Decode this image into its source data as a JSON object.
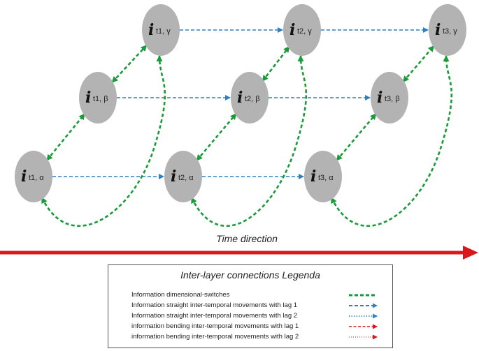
{
  "nodes": [
    {
      "id": "t1-alpha",
      "symbol": "i",
      "subscript": "t1, α"
    },
    {
      "id": "t1-beta",
      "symbol": "i",
      "subscript": "t1, β"
    },
    {
      "id": "t1-gamma",
      "symbol": "i",
      "subscript": "t1, γ"
    },
    {
      "id": "t2-alpha",
      "symbol": "i",
      "subscript": "t2, α"
    },
    {
      "id": "t2-beta",
      "symbol": "i",
      "subscript": "t2, β"
    },
    {
      "id": "t2-gamma",
      "symbol": "i",
      "subscript": "t2, γ"
    },
    {
      "id": "t3-alpha",
      "symbol": "i",
      "subscript": "t3, α"
    },
    {
      "id": "t3-beta",
      "symbol": "i",
      "subscript": "t3, β"
    },
    {
      "id": "t3-gamma",
      "symbol": "i",
      "subscript": "t3, γ"
    }
  ],
  "edges": [
    {
      "from": "t1-alpha",
      "to": "t2-alpha",
      "kind": "straight-lag-1"
    },
    {
      "from": "t2-alpha",
      "to": "t3-alpha",
      "kind": "straight-lag-1"
    },
    {
      "from": "t1-beta",
      "to": "t2-beta",
      "kind": "straight-lag-1"
    },
    {
      "from": "t2-beta",
      "to": "t3-beta",
      "kind": "straight-lag-1"
    },
    {
      "from": "t1-gamma",
      "to": "t2-gamma",
      "kind": "straight-lag-1"
    },
    {
      "from": "t2-gamma",
      "to": "t3-gamma",
      "kind": "straight-lag-1"
    },
    {
      "from": "t1-alpha",
      "to": "t1-beta",
      "kind": "dimensional-switch"
    },
    {
      "from": "t1-beta",
      "to": "t1-gamma",
      "kind": "dimensional-switch"
    },
    {
      "from": "t1-alpha",
      "to": "t1-gamma",
      "kind": "dimensional-switch"
    },
    {
      "from": "t2-alpha",
      "to": "t2-beta",
      "kind": "dimensional-switch"
    },
    {
      "from": "t2-beta",
      "to": "t2-gamma",
      "kind": "dimensional-switch"
    },
    {
      "from": "t2-alpha",
      "to": "t2-gamma",
      "kind": "dimensional-switch"
    },
    {
      "from": "t3-alpha",
      "to": "t3-beta",
      "kind": "dimensional-switch"
    },
    {
      "from": "t3-beta",
      "to": "t3-gamma",
      "kind": "dimensional-switch"
    },
    {
      "from": "t3-alpha",
      "to": "t3-gamma",
      "kind": "dimensional-switch"
    }
  ],
  "time_axis": {
    "label": "Time direction",
    "color": "#d7191c"
  },
  "legend": {
    "title": "Inter-layer connections Legenda",
    "items": [
      {
        "label": "Information dimensional-switches",
        "color": "#1a9b3a",
        "style": "dashed-bidirectional"
      },
      {
        "label": "Information straight inter-temporal movements with lag 1",
        "color": "#2f7fc1",
        "style": "dashed-arrow"
      },
      {
        "label": "Information straight inter-temporal movements with lag 2",
        "color": "#2f7fc1",
        "style": "dotted-arrow"
      },
      {
        "label": "information bending inter-temporal movements with lag 1",
        "color": "#d7191c",
        "style": "dashed-arrow"
      },
      {
        "label": "information bending inter-temporal movements with lag 2",
        "color": "#d7191c",
        "style": "dotted-arrow"
      }
    ]
  },
  "colors": {
    "node_fill": "#b3b3b3",
    "switch": "#1a9b3a",
    "temporal": "#2f7fc1",
    "bending": "#d7191c"
  }
}
